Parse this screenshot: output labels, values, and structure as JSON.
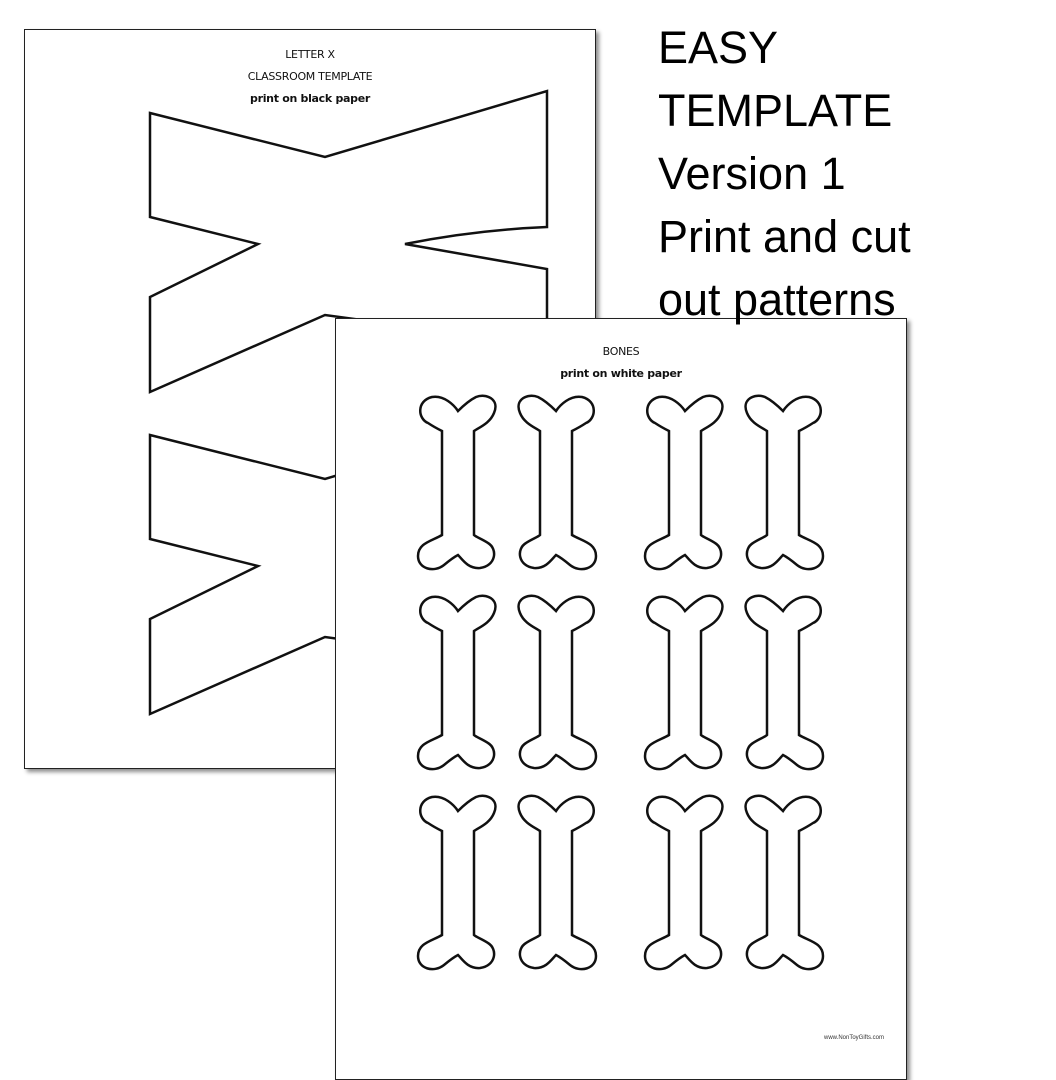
{
  "caption": {
    "lines": [
      "EASY",
      "TEMPLATE",
      "Version 1",
      "Print and cut",
      "out patterns"
    ]
  },
  "back_page": {
    "title": "LETTER X",
    "subtitle": "CLASSROOM TEMPLATE",
    "note": "print on black paper",
    "shape": "letter-x-outline",
    "shape_count": 2
  },
  "front_page": {
    "title": "BONES",
    "note": "print on white paper",
    "shape": "bone-outline",
    "rows": 3,
    "columns": 4,
    "footer": "www.NonToyGifts.com"
  }
}
